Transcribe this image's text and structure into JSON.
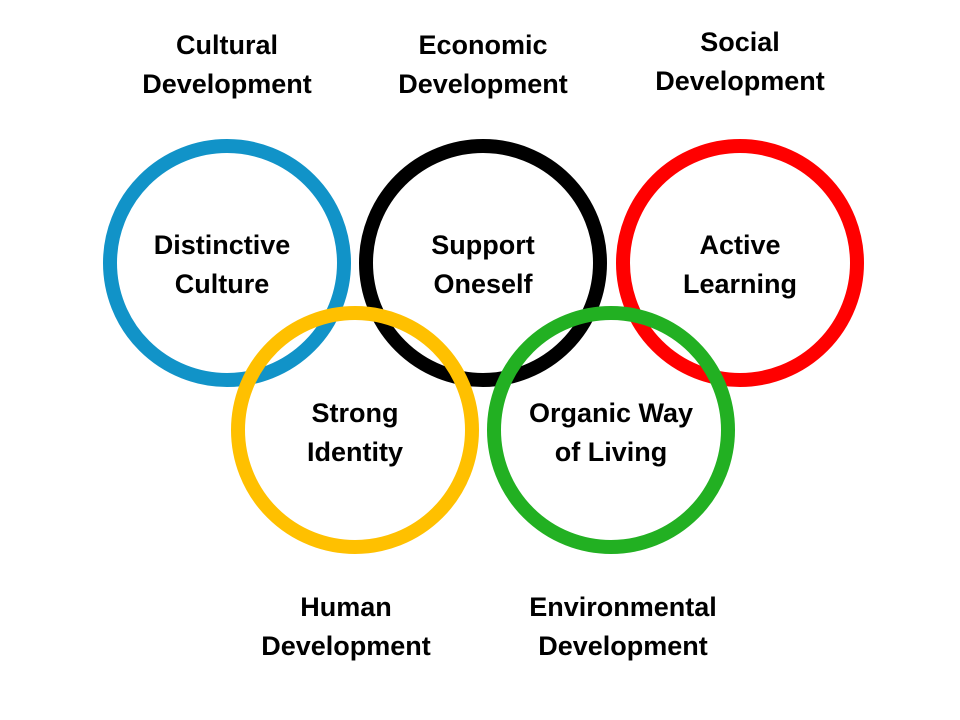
{
  "colors": {
    "blue": "#1193C8",
    "black": "#000000",
    "red": "#FF0000",
    "yellow": "#FFC000",
    "green": "#22B022"
  },
  "rings": [
    {
      "id": "blue",
      "inner": [
        "Distinctive",
        "Culture"
      ],
      "outer": [
        "Cultural",
        "Development"
      ]
    },
    {
      "id": "black",
      "inner": [
        "Support",
        "Oneself"
      ],
      "outer": [
        "Economic",
        "Development"
      ]
    },
    {
      "id": "red",
      "inner": [
        "Active",
        "Learning"
      ],
      "outer": [
        "Social",
        "Development"
      ]
    },
    {
      "id": "yellow",
      "inner": [
        "Strong",
        "Identity"
      ],
      "outer": [
        "Human",
        "Development"
      ]
    },
    {
      "id": "green",
      "inner": [
        "Organic Way",
        "of Living"
      ],
      "outer": [
        "Environmental",
        "Development"
      ]
    }
  ]
}
